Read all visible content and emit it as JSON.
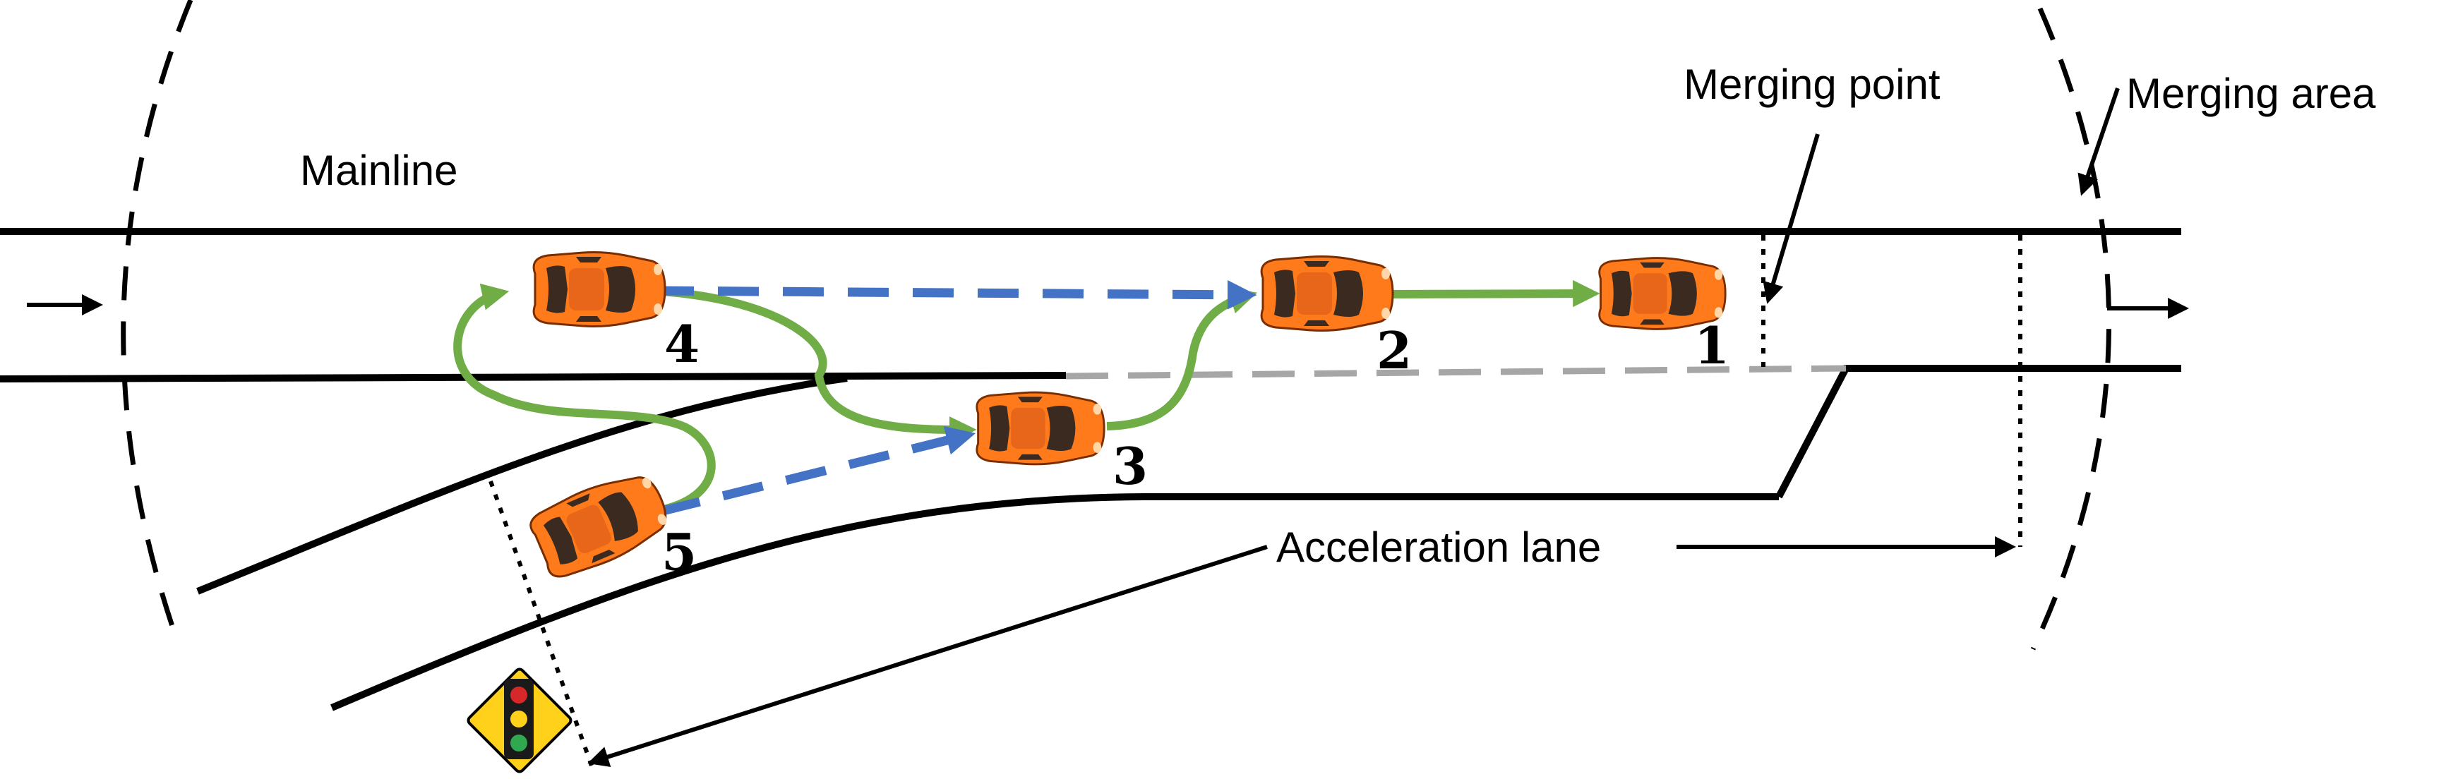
{
  "labels": {
    "mainline": "Mainline",
    "merging_point": "Merging point",
    "merging_area": "Merging area",
    "acceleration_lane": "Acceleration lane"
  },
  "vehicles": [
    {
      "number": "1"
    },
    {
      "number": "2"
    },
    {
      "number": "3"
    },
    {
      "number": "4"
    },
    {
      "number": "5"
    }
  ],
  "icons": {
    "car": "car-top-view-icon",
    "ramp_meter": "traffic-signal-warning-sign-icon"
  },
  "colors": {
    "car_body": "#ff7a1a",
    "car_glass": "#3b2a20",
    "green_path": "#70ad47",
    "blue_path": "#4472c4",
    "lane_divider": "#a6a6a6",
    "sign": "#ffd11a"
  }
}
